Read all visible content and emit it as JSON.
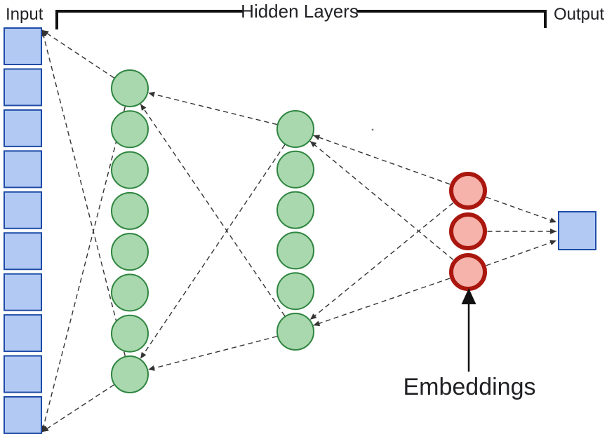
{
  "diagram": {
    "labels": {
      "input": "Input",
      "hidden_layers": "Hidden Layers",
      "output": "Output",
      "embeddings": "Embeddings"
    },
    "layers": [
      {
        "id": "input",
        "shape": "square",
        "count": 10,
        "fill": "#b1c9f3",
        "stroke": "#1e4ca6",
        "stroke_width": 2
      },
      {
        "id": "hidden1",
        "shape": "circle",
        "count": 8,
        "fill": "#a9d8ae",
        "stroke": "#2f8540",
        "stroke_width": 2
      },
      {
        "id": "hidden2",
        "shape": "circle",
        "count": 6,
        "fill": "#a9d8ae",
        "stroke": "#2f8540",
        "stroke_width": 2
      },
      {
        "id": "embeddings",
        "shape": "circle",
        "count": 3,
        "fill": "#f5b3ab",
        "stroke": "#aa170e",
        "stroke_width": 6
      },
      {
        "id": "output",
        "shape": "square",
        "count": 1,
        "fill": "#b1c9f3",
        "stroke": "#1e4ca6",
        "stroke_width": 2
      }
    ],
    "connection_style": {
      "color": "#333333",
      "dash": "7 5",
      "width": 1.4
    },
    "bracket_color": "#111111",
    "arrow_color": "#111111"
  }
}
